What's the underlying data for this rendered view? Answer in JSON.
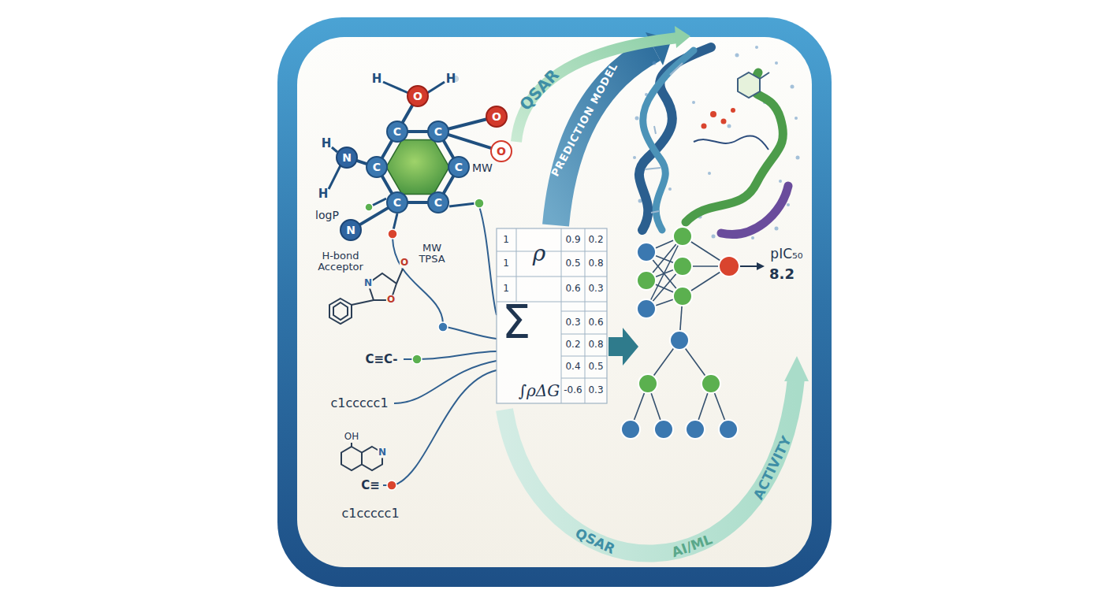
{
  "diagram": {
    "nodes": [
      {
        "text": [
          "O"
        ]
      },
      {
        "text": [
          "C"
        ]
      },
      {
        "text": [
          "C"
        ]
      },
      {
        "text": [
          "O"
        ]
      },
      {
        "text": [
          "O"
        ]
      },
      {
        "text": [
          "N"
        ]
      },
      {
        "text": [
          "C"
        ]
      },
      {
        "text": [
          "C"
        ]
      },
      {
        "text": [
          "C"
        ]
      },
      {
        "text": [
          "C"
        ]
      },
      {
        "text": [
          "N"
        ]
      }
    ],
    "edges": [
      {
        "from": 1,
        "to": 2,
        "arrow": "none"
      },
      {
        "from": 2,
        "to": 7,
        "arrow": "none"
      },
      {
        "from": 7,
        "to": 9,
        "arrow": "none"
      },
      {
        "from": 9,
        "to": 8,
        "arrow": "none"
      },
      {
        "from": 8,
        "to": 6,
        "arrow": "none"
      },
      {
        "from": 6,
        "to": 1,
        "arrow": "none"
      },
      {
        "from": 0,
        "to": 1,
        "arrow": "none"
      },
      {
        "from": 2,
        "to": 3,
        "arrow": "none"
      },
      {
        "from": 2,
        "to": 4,
        "arrow": "none"
      },
      {
        "from": 5,
        "to": 6,
        "arrow": "none"
      },
      {
        "from": 10,
        "to": 8,
        "arrow": "none"
      }
    ],
    "labels": [
      "H",
      "H",
      "H",
      "H",
      "logP",
      "MW",
      "H-bond Acceptor",
      "MW TPSA",
      "O",
      "N",
      "O",
      "C≡C-",
      "c1ccccc1",
      "OH",
      "N",
      "C≡",
      "c1ccccc1",
      "QSAR",
      "PREDICTION MODEL",
      "ρ",
      "Σ",
      "∫ρΔG",
      "1",
      "0.9",
      "0.2",
      "1",
      "0.5",
      "0.8",
      "1",
      "0.6",
      "0.3",
      "0.3",
      "0.6",
      "0.2",
      "0.8",
      "0.4",
      "0.5",
      "-0.6",
      "0.3",
      "pIC₅₀",
      "8.2",
      "QSAR",
      "AI/ML",
      "ACTIVITY"
    ]
  }
}
